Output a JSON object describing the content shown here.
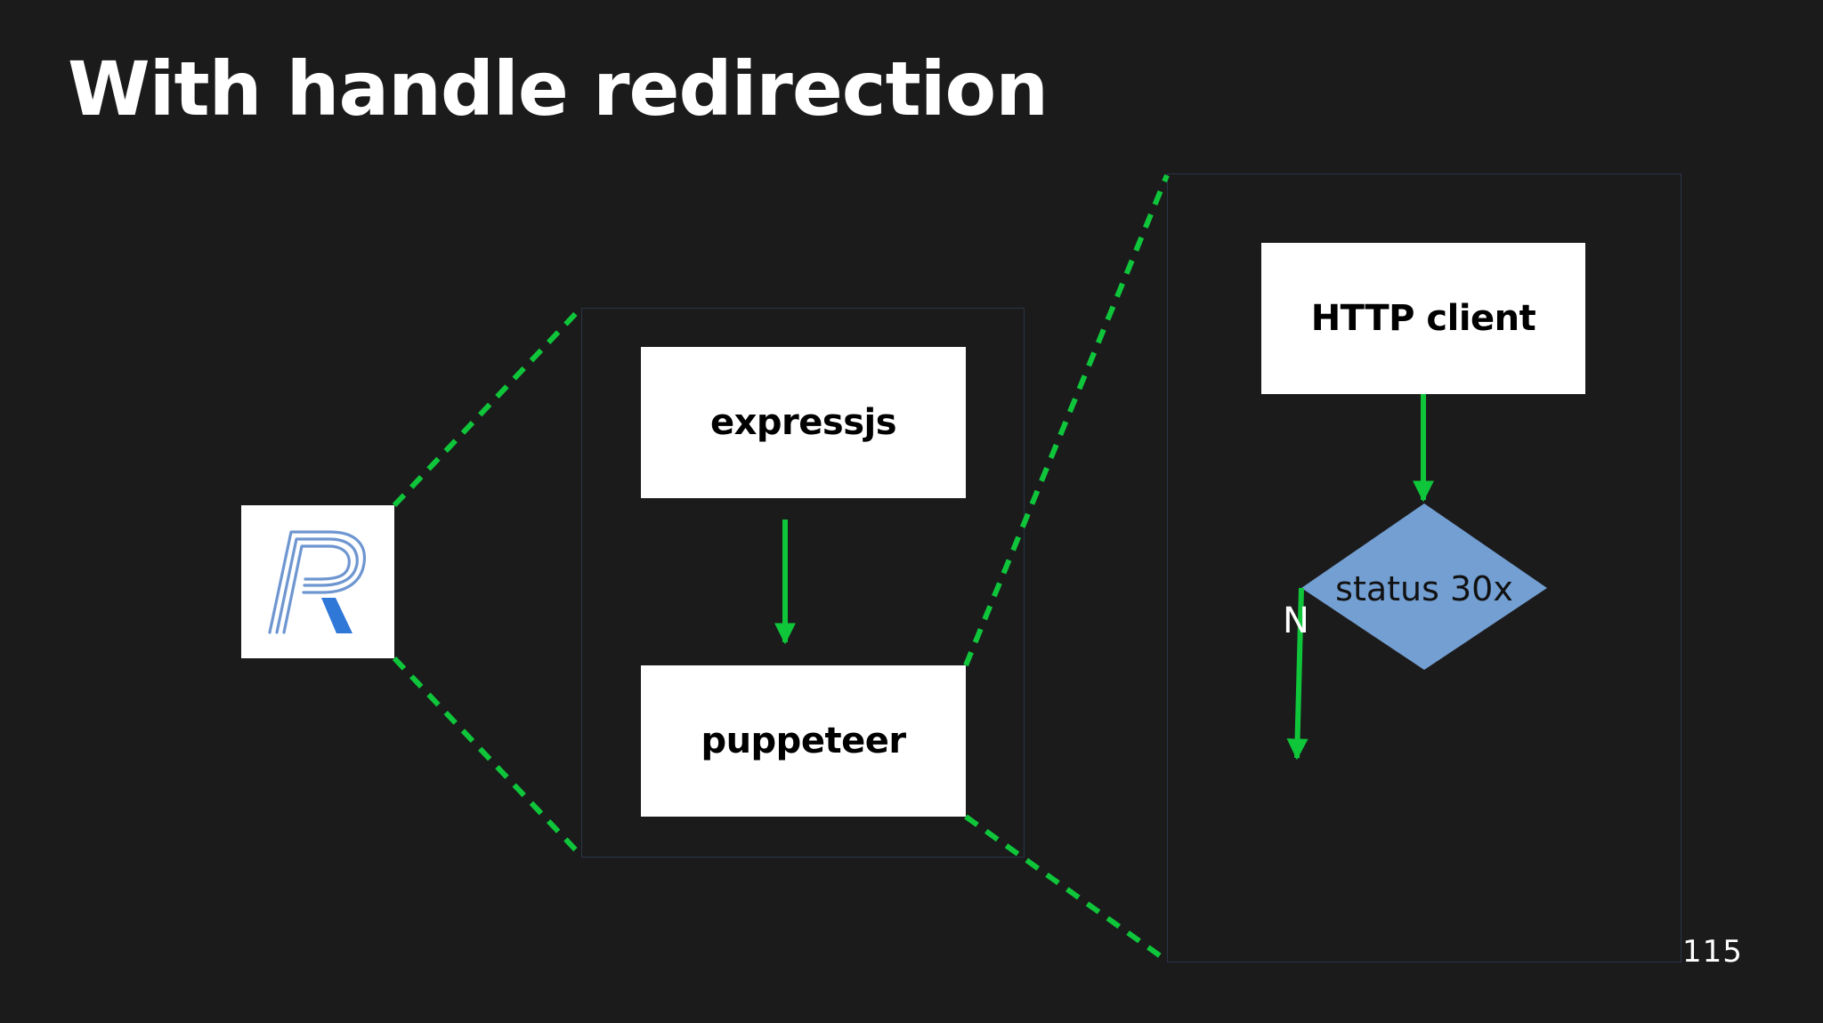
{
  "slide": {
    "title": "With handle redirection",
    "page_number": "115"
  },
  "logo": {
    "icon": "r-logo-icon",
    "colors": {
      "outline": "#6e96d0",
      "fill": "#2f78d8"
    }
  },
  "service_stack": {
    "top_box": "expressjs",
    "bottom_box": "puppeteer"
  },
  "redirect_flow": {
    "client_box": "HTTP client",
    "decision": "status 30x",
    "no_branch_label": "N"
  },
  "colors": {
    "background": "#1b1b1c",
    "connector": "#0fc63a",
    "diamond": "#739fd2",
    "frame_border": "#2a3447"
  }
}
